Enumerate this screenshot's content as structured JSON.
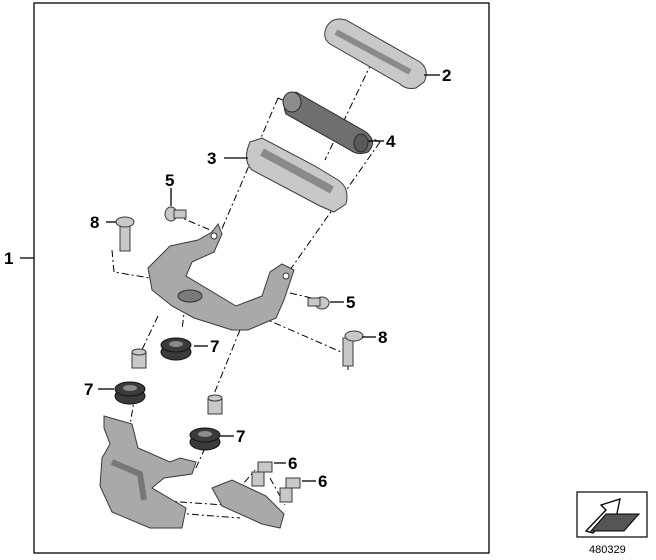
{
  "diagram": {
    "callouts": {
      "c1": "1",
      "c2": "2",
      "c3": "3",
      "c4": "4",
      "c5a": "5",
      "c5b": "5",
      "c6a": "6",
      "c6b": "6",
      "c7a": "7",
      "c7b": "7",
      "c7c": "7",
      "c8a": "8",
      "c8b": "8"
    },
    "document_number": "480329"
  },
  "icons": {
    "orientation": "arrow-pointer-icon"
  }
}
